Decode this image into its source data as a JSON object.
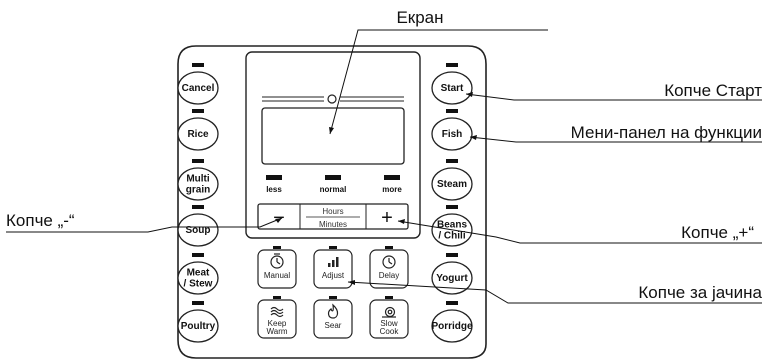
{
  "callouts": {
    "screen": "Екран",
    "start": "Копче Старт",
    "menu_panel": "Мени-панел на функции",
    "minus": "Копче „-“",
    "plus": "Копче „+“",
    "adjust": "Копче за јачина"
  },
  "left_buttons": [
    "Cancel",
    "Rice",
    "Multi|grain",
    "Soup",
    "Meat|/ Stew",
    "Poultry"
  ],
  "right_buttons": [
    "Start",
    "Fish",
    "Steam",
    "Beans|/ Chili",
    "Yogurt",
    "Porridge"
  ],
  "levels": [
    "less",
    "normal",
    "more"
  ],
  "time": {
    "minus_symbol": "−",
    "plus_symbol": "+",
    "hours": "Hours",
    "minutes": "Minutes"
  },
  "function_buttons": [
    {
      "label": "Manual",
      "icon": "timer-icon"
    },
    {
      "label": "Adjust",
      "icon": "level-bars-icon"
    },
    {
      "label": "Delay",
      "icon": "clock-icon"
    },
    {
      "label": "Keep|Warm",
      "icon": "heat-waves-icon"
    },
    {
      "label": "Sear",
      "icon": "flame-icon"
    },
    {
      "label": "Slow|Cook",
      "icon": "snail-icon"
    }
  ]
}
